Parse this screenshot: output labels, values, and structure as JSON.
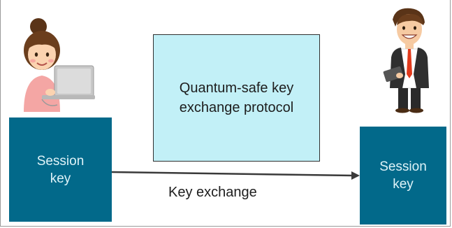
{
  "protocol_box": {
    "line1": "Quantum-safe key",
    "line2": "exchange protocol"
  },
  "left_key": {
    "line1": "Session",
    "line2": "key"
  },
  "right_key": {
    "line1": "Session",
    "line2": "key"
  },
  "arrow_label": "Key exchange",
  "colors": {
    "key_box": "#02698a",
    "protocol_box": "#c2f0f7",
    "arrow": "#3a3a3a"
  },
  "figures": {
    "left": "woman-with-laptop-icon",
    "right": "man-with-tablet-icon"
  }
}
